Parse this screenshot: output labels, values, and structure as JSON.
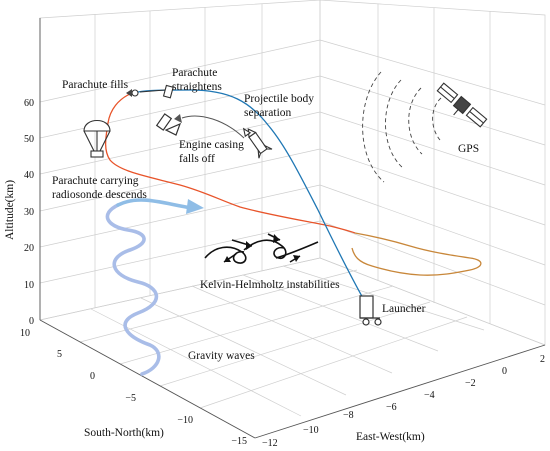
{
  "axes": {
    "z_label": "Altitude(km)",
    "x_label": "East-West(km)",
    "y_label": "South-North(km)",
    "z_ticks": [
      "0",
      "10",
      "20",
      "30",
      "40",
      "50",
      "60"
    ],
    "x_ticks": [
      "−12",
      "−10",
      "−8",
      "−6",
      "−4",
      "−2",
      "0",
      "2"
    ],
    "y_ticks": [
      "10",
      "5",
      "0",
      "−5",
      "−10",
      "−15"
    ]
  },
  "labels": {
    "parachute_fills": "Parachute fills",
    "parachute_straightens_1": "Parachute",
    "parachute_straightens_2": "straightens",
    "projectile_sep_1": "Projectile body",
    "projectile_sep_2": "separation",
    "engine_casing_1": "Engine casing",
    "engine_casing_2": "falls off",
    "gps": "GPS",
    "radiosonde_1": "Parachute carrying",
    "radiosonde_2": "radiosonde descends",
    "kh": "Kelvin-Helmholtz instabilities",
    "launcher": "Launcher",
    "gravity_waves": "Gravity waves"
  },
  "colors": {
    "ascent": "#1f77b4",
    "descent": "#e8542a",
    "drift": "#c8873a",
    "gravity_wave": "#a9bde8",
    "gravity_arrow": "#8fbde6"
  },
  "icons": [
    "parachute-icon",
    "rocket-icon",
    "engine-casing-icon",
    "satellite-icon",
    "launcher-icon",
    "kh-vortex-icon"
  ]
}
